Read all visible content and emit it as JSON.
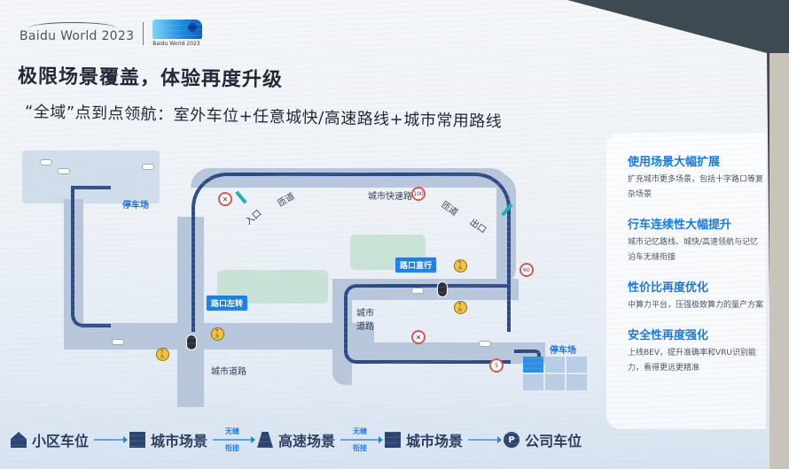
{
  "header": {
    "logo_text": "Baidu World 2023",
    "logo_small_text": "Baidu World 2023",
    "title": "极限场景覆盖，体验再度升级",
    "subtitle": "“全域”点到点领航：室外车位+任意城快/高速路线+城市常用路线"
  },
  "map": {
    "labels": {
      "parking_lot_1": "停车场",
      "parking_lot_2": "停车场",
      "city_expressway": "城市快速路",
      "ramp_entry_road": "匝道",
      "ramp_exit_road": "匝道",
      "entrance": "入口",
      "exit": "出口",
      "city_road_left": "城市道路",
      "city_road_center": "城市道路"
    },
    "callouts": {
      "left_turn": "路口左转",
      "straight": "路口直行"
    },
    "speed_signs": [
      "100",
      "60",
      "5"
    ]
  },
  "features": [
    {
      "title": "使用场景大幅扩展",
      "desc": "扩充城市更多场景，包括十字路口等复杂场景"
    },
    {
      "title": "行车连续性大幅提升",
      "desc": "城市记忆路线、城快/高速领航与记忆泊车无缝衔接"
    },
    {
      "title": "性价比再度优化",
      "desc": "中算力平台，压强极致算力的量产方案"
    },
    {
      "title": "安全性再度强化",
      "desc": "上线BEV，提升准确率和VRU识别能力，看得更远更精准"
    }
  ],
  "flow": {
    "steps": [
      {
        "label": "小区车位",
        "icon": "home-icon"
      },
      {
        "label": "城市场景",
        "icon": "city-building-icon"
      },
      {
        "label": "高速场景",
        "icon": "highway-icon"
      },
      {
        "label": "城市场景",
        "icon": "city-building-icon"
      },
      {
        "label": "公司车位",
        "icon": "parking-icon"
      }
    ],
    "seamless_top": "无缝",
    "seamless_bottom": "衔接",
    "icon_glyph_p": "P"
  },
  "colors": {
    "accent_blue": "#1378dc",
    "route": "#2b4a86",
    "title_dark": "#1d2433",
    "gate_teal": "#12b3b0"
  }
}
